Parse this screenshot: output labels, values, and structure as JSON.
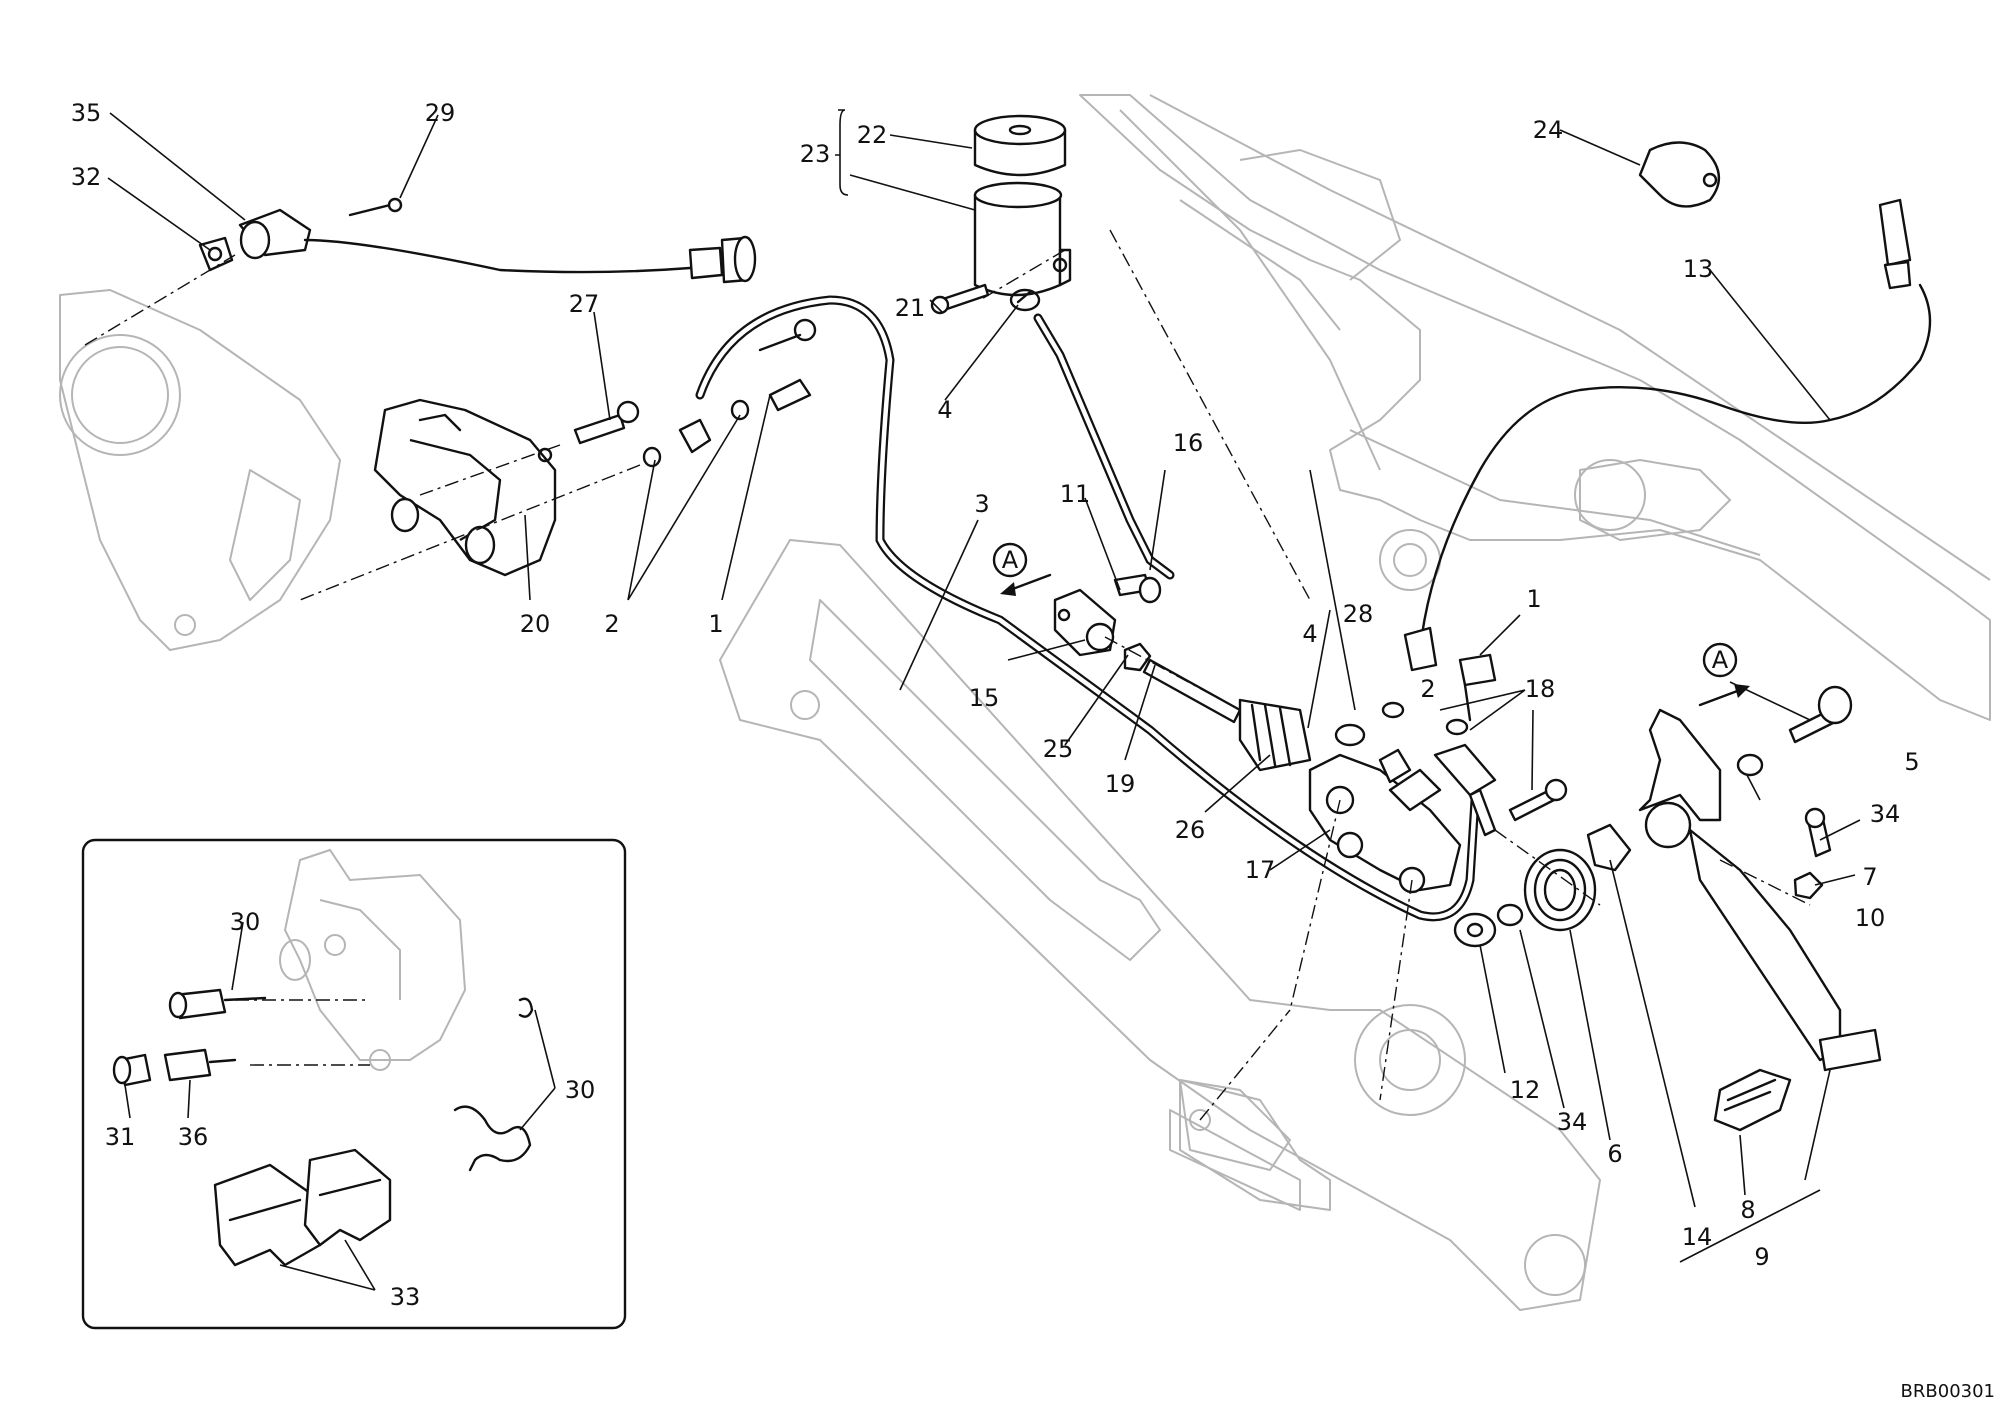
{
  "drawing_code": "BRB00301",
  "view_marker": "A",
  "callouts": {
    "c1": "1",
    "c1b": "1",
    "c2": "2",
    "c2b": "2",
    "c3": "3",
    "c4": "4",
    "c4b": "4",
    "c5": "5",
    "c6": "6",
    "c7": "7",
    "c8": "8",
    "c9": "9",
    "c10": "10",
    "c11": "11",
    "c12": "12",
    "c13": "13",
    "c14": "14",
    "c15": "15",
    "c16": "16",
    "c17": "17",
    "c18": "18",
    "c19": "19",
    "c20": "20",
    "c21": "21",
    "c22": "22",
    "c23": "23",
    "c24": "24",
    "c25": "25",
    "c26": "26",
    "c27": "27",
    "c28": "28",
    "c29": "29",
    "c30": "30",
    "c30b": "30",
    "c31": "31",
    "c32": "32",
    "c33": "33",
    "c34": "34",
    "c34b": "34",
    "c35": "35",
    "c36": "36"
  },
  "colors": {
    "ink": "#111111",
    "ghost": "#b5b5b5",
    "background": "#ffffff"
  }
}
